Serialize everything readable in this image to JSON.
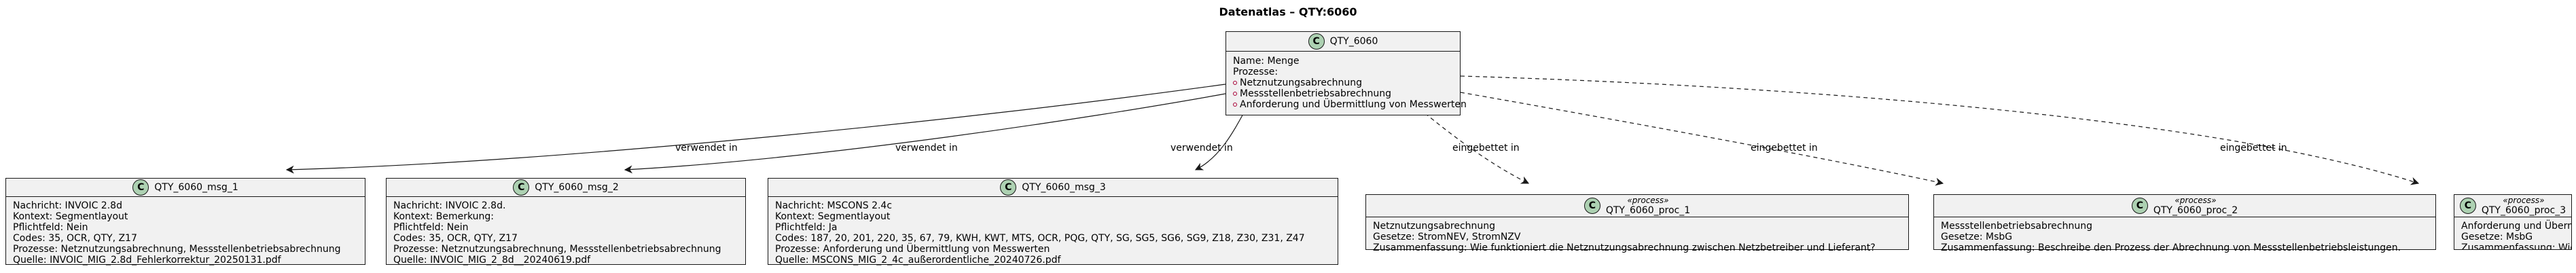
{
  "title": "Datenatlas – QTY:6060",
  "main": {
    "name": "QTY_6060",
    "name_line": "Name: Menge",
    "prozesse_label": "Prozesse:",
    "prozesse": [
      "Netznutzungsabrechnung",
      "Messstellenbetriebsabrechnung",
      "Anforderung und Übermittlung von Messwerten"
    ]
  },
  "messages": [
    {
      "name": "QTY_6060_msg_1",
      "lines": [
        "Nachricht: INVOIC 2.8d",
        "Kontext: Segmentlayout",
        "Pflichtfeld: Nein",
        "Codes: 35, OCR, QTY, Z17",
        "Prozesse: Netznutzungsabrechnung, Messstellenbetriebsabrechnung",
        "Quelle: INVOIC_MIG_2.8d_Fehlerkorrektur_20250131.pdf"
      ]
    },
    {
      "name": "QTY_6060_msg_2",
      "lines": [
        "Nachricht: INVOIC 2.8d.",
        "Kontext: Bemerkung:",
        "Pflichtfeld: Nein",
        "Codes: 35, OCR, QTY, Z17",
        "Prozesse: Netznutzungsabrechnung, Messstellenbetriebsabrechnung",
        "Quelle: INVOIC_MIG_2_8d__20240619.pdf"
      ]
    },
    {
      "name": "QTY_6060_msg_3",
      "lines": [
        "Nachricht: MSCONS 2.4c",
        "Kontext: Segmentlayout",
        "Pflichtfeld: Ja",
        "Codes: 187, 20, 201, 220, 35, 67, 79, KWH, KWT, MTS, OCR, PQG, QTY, SG, SG5, SG6, SG9, Z18, Z30, Z31, Z47",
        "Prozesse: Anforderung und Übermittlung von Messwerten",
        "Quelle: MSCONS_MIG_2_4c_außerordentliche_20240726.pdf"
      ]
    }
  ],
  "processes": [
    {
      "stereotype": "«process»",
      "name": "QTY_6060_proc_1",
      "lines": [
        "Netznutzungsabrechnung",
        "Gesetze: StromNEV, StromNZV",
        "Zusammenfassung: Wie funktioniert die Netznutzungsabrechnung zwischen Netzbetreiber und Lieferant?"
      ]
    },
    {
      "stereotype": "«process»",
      "name": "QTY_6060_proc_2",
      "lines": [
        "Messstellenbetriebsabrechnung",
        "Gesetze: MsbG",
        "Zusammenfassung: Beschreibe den Prozess der Abrechnung von Messstellenbetriebsleistungen."
      ]
    },
    {
      "stereotype": "«process»",
      "name": "QTY_6060_proc_3",
      "lines": [
        "Anforderung und Übermittlung von Messwerten",
        "Gesetze: MsbG",
        "Zusammenfassung: Wie kann ein Marktpartner (z.B."
      ]
    }
  ],
  "edges": {
    "used_in": "verwendet in",
    "embedded_in": "eingebettet in"
  },
  "colors": {
    "box_fill": "#f1f1f1",
    "class_circle": "#add1b2",
    "border": "#181818",
    "bullet": "#a80036"
  }
}
